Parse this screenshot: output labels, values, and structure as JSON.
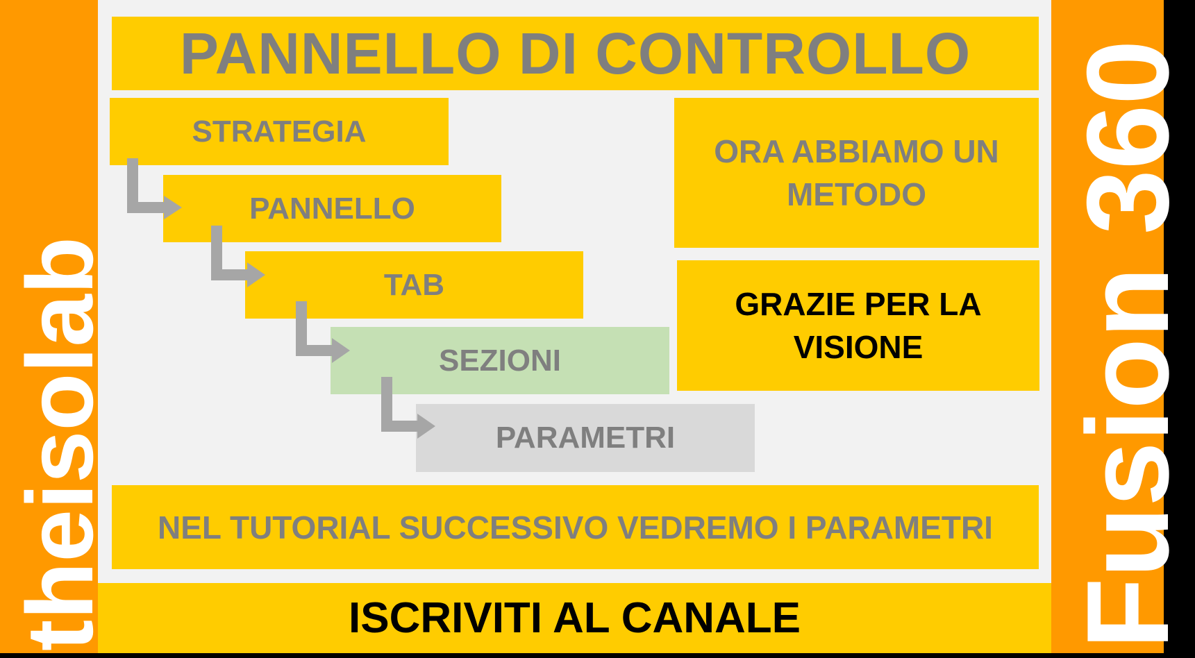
{
  "branding": {
    "left_logo_text": "theisolab",
    "right_logo_text": "Fusion 360"
  },
  "title": "PANNELLO DI CONTROLLO",
  "steps": [
    {
      "label": "STRATEGIA"
    },
    {
      "label": "PANNELLO"
    },
    {
      "label": "TAB"
    },
    {
      "label": "SEZIONI"
    },
    {
      "label": "PARAMETRI"
    }
  ],
  "side_notes": {
    "method": "ORA ABBIAMO UN METODO",
    "thanks": "GRAZIE PER LA VISIONE"
  },
  "next_tutorial": "NEL TUTORIAL SUCCESSIVO VEDREMO I PARAMETRI",
  "subscribe": "ISCRIVITI AL CANALE",
  "colors": {
    "orange": "#ff9900",
    "yellow": "#ffcc00",
    "green": "#c5e0b4",
    "grey_box": "#d9d9d9",
    "text_grey": "#7f7f7f",
    "arrow": "#a6a6a6"
  }
}
